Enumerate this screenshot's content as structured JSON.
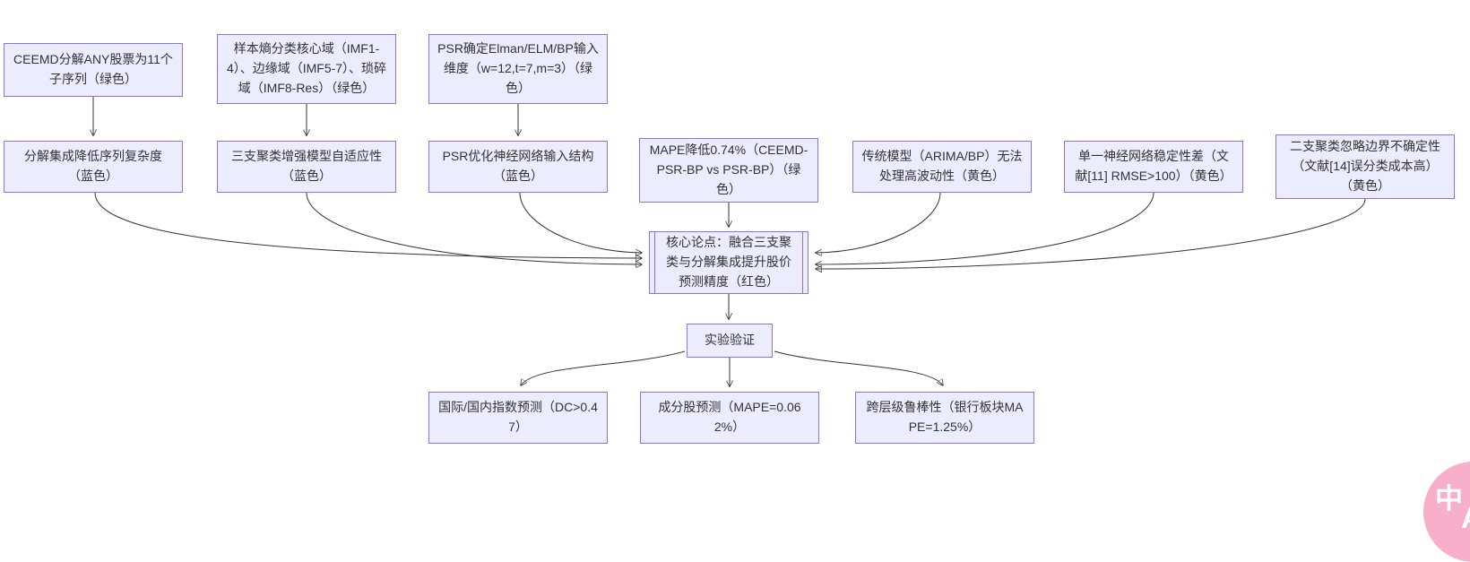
{
  "diagram": {
    "nodes": {
      "a1": "CEEMD分解ANY股票为11个子序列（绿色）",
      "a2": "样本熵分类核心域（IMF1-4）、边缘域（IMF5-7）、琐碎域（IMF8-Res）（绿色）",
      "a3": "PSR确定Elman/ELM/BP输入维度（w=12,t=7,m=3）（绿色）",
      "b1": "分解集成降低序列复杂度（蓝色）",
      "b2": "三支聚类增强模型自适应性（蓝色）",
      "b3": "PSR优化神经网络输入结构（蓝色）",
      "b4": "MAPE降低0.74%（CEEMD-PSR-BP vs PSR-BP）（绿色）",
      "b5": "传统模型（ARIMA/BP）无法处理高波动性（黄色）",
      "b6": "单一神经网络稳定性差（文献[11] RMSE>100）（黄色）",
      "b7": "二支聚类忽略边界不确定性（文献[14]误分类成本高）（黄色）",
      "core": "核心论点：融合三支聚类与分解集成提升股价预测精度（红色）",
      "exp": "实验验证",
      "e1": "国际/国内指数预测（DC>0.47）",
      "e2": "成分股预测（MAPE=0.062%）",
      "e3": "跨层级鲁棒性（银行板块MAPE=1.25%）"
    },
    "edges": [
      {
        "from": "a1",
        "to": "b1"
      },
      {
        "from": "a2",
        "to": "b2"
      },
      {
        "from": "a3",
        "to": "b3"
      },
      {
        "from": "b1",
        "to": "core"
      },
      {
        "from": "b2",
        "to": "core"
      },
      {
        "from": "b3",
        "to": "core"
      },
      {
        "from": "b4",
        "to": "core"
      },
      {
        "from": "b5",
        "to": "core"
      },
      {
        "from": "b6",
        "to": "core"
      },
      {
        "from": "b7",
        "to": "core"
      },
      {
        "from": "core",
        "to": "exp"
      },
      {
        "from": "exp",
        "to": "e1"
      },
      {
        "from": "exp",
        "to": "e2"
      },
      {
        "from": "exp",
        "to": "e3"
      }
    ],
    "colors": {
      "node_fill": "#ECECFF",
      "node_border": "#9370DB",
      "edge_line": "#333333",
      "text": "#333333"
    }
  },
  "translate_badge": {
    "zh": "中",
    "a": "A",
    "color": "#F7AFCA"
  }
}
